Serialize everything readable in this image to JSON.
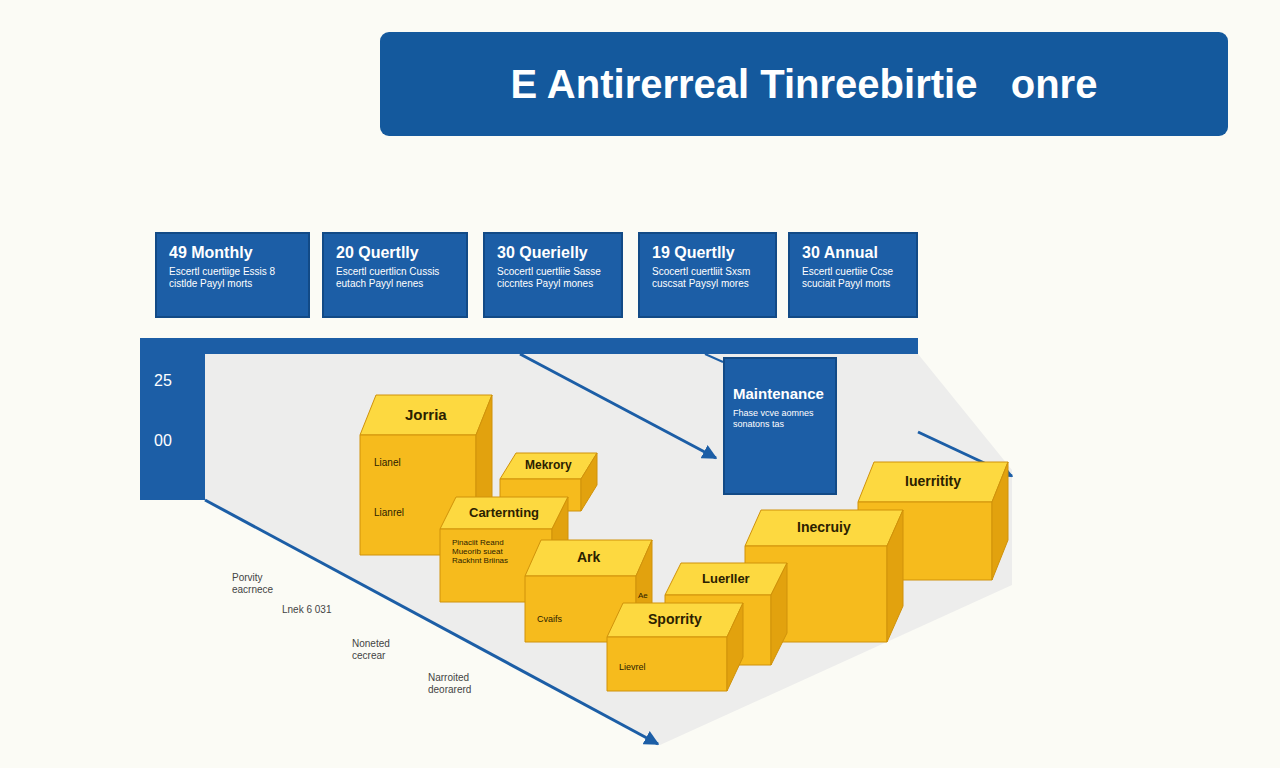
{
  "diagram": {
    "title": "E Antirerreal Tinreebirtie   onre",
    "nodes": [
      {
        "text": [
          "49 Monthly",
          "Escertl cuertiige Essis 8 cistlde Payyl morts"
        ]
      },
      {
        "text": [
          "20 Quertlly",
          "Escertl cuertlicn Cussis eutach Payyl nenes"
        ]
      },
      {
        "text": [
          "30 Querielly",
          "Scocertl cuertliie Sasse ciccntes Payyl mones"
        ]
      },
      {
        "text": [
          "19 Quertlly",
          "Scocertl cuertliit Sxsm cuscsat Paysyl mores"
        ]
      },
      {
        "text": [
          "30 Annual",
          "Escertl cuertiie Ccse scuciait Payyl morts"
        ]
      },
      {
        "text": [
          "25",
          "00"
        ]
      },
      {
        "text": [
          "Maintenance",
          "Fhase vcve aomnes sonatons tas"
        ]
      },
      {
        "text": [
          "Jorria",
          "Lianel",
          "Lianrel"
        ]
      },
      {
        "text": [
          "Mekrory"
        ]
      },
      {
        "text": [
          "Carternting",
          "Pinaciit Reand Mueorib sueat Rackhnt Briinas"
        ]
      },
      {
        "text": [
          "Ark",
          "Cvaifs",
          "Ae"
        ]
      },
      {
        "text": [
          "Iuerritity"
        ]
      },
      {
        "text": [
          "Inecruiy"
        ]
      },
      {
        "text": [
          "Luerller"
        ]
      },
      {
        "text": [
          "Sporrity",
          "Lievrel"
        ]
      }
    ],
    "labels": [
      "Porvity eacrnece",
      "Lnek 6 031",
      "Noneted cecrear",
      "Narroited deorarerd"
    ]
  }
}
